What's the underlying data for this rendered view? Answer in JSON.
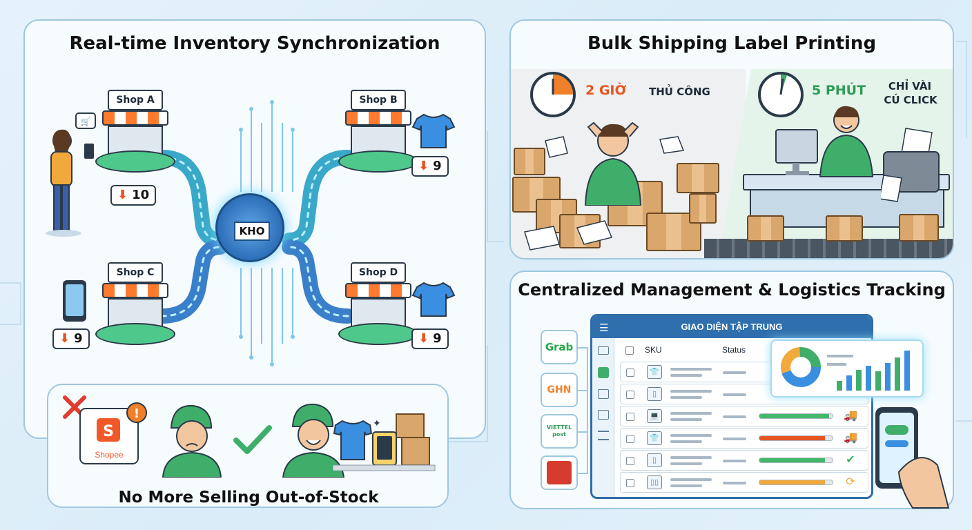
{
  "panel_inventory": {
    "title": "Real-time Inventory Synchronization",
    "hub_label": "KHO",
    "shops": [
      {
        "name": "Shop A",
        "stock": "10"
      },
      {
        "name": "Shop B",
        "stock": "9"
      },
      {
        "name": "Shop C",
        "stock": "9"
      },
      {
        "name": "Shop D",
        "stock": "9"
      }
    ],
    "cart_icon": "cart-icon",
    "colors": {
      "accent": "#ff7a2f",
      "base": "#4fc98b",
      "hub": "#2d6fb8"
    }
  },
  "panel_out_of_stock": {
    "title": "No More Selling Out-of-Stock",
    "shopee_label": "Shopee",
    "warning_icon": "warning-icon",
    "check_icon": "check-icon"
  },
  "panel_shipping": {
    "title": "Bulk Shipping Label Printing",
    "manual": {
      "time": "2 GIỜ",
      "label": "THỦ CÔNG"
    },
    "auto": {
      "time": "5 PHÚT",
      "label_line1": "CHỈ VÀI",
      "label_line2": "CÚ CLICK"
    }
  },
  "panel_management": {
    "title": "Centralized Management & Logistics Tracking",
    "window_title": "GIAO DIỆN TẬP TRUNG",
    "columns": [
      "SKU",
      "Status"
    ],
    "carriers": [
      "Grab",
      "GHN",
      "VIETTEL post",
      ""
    ],
    "rows": [
      {
        "icon": "shirt-icon",
        "progress": 0,
        "bar_color": "#4fb3e0",
        "indicator": ""
      },
      {
        "icon": "phone-icon",
        "progress": 0,
        "bar_color": "#4fb3e0",
        "indicator": ""
      },
      {
        "icon": "laptop-icon",
        "progress": 0.95,
        "bar_color": "#43b86b",
        "indicator": "truck-icon"
      },
      {
        "icon": "shirt-icon",
        "progress": 0.9,
        "bar_color": "#e8541f",
        "indicator": "truck-icon"
      },
      {
        "icon": "phone-icon",
        "progress": 0.9,
        "bar_color": "#43b86b",
        "indicator": "check-circle-icon"
      },
      {
        "icon": "phones-icon",
        "progress": 0.9,
        "bar_color": "#f2a93b",
        "indicator": "clock-icon"
      }
    ]
  }
}
